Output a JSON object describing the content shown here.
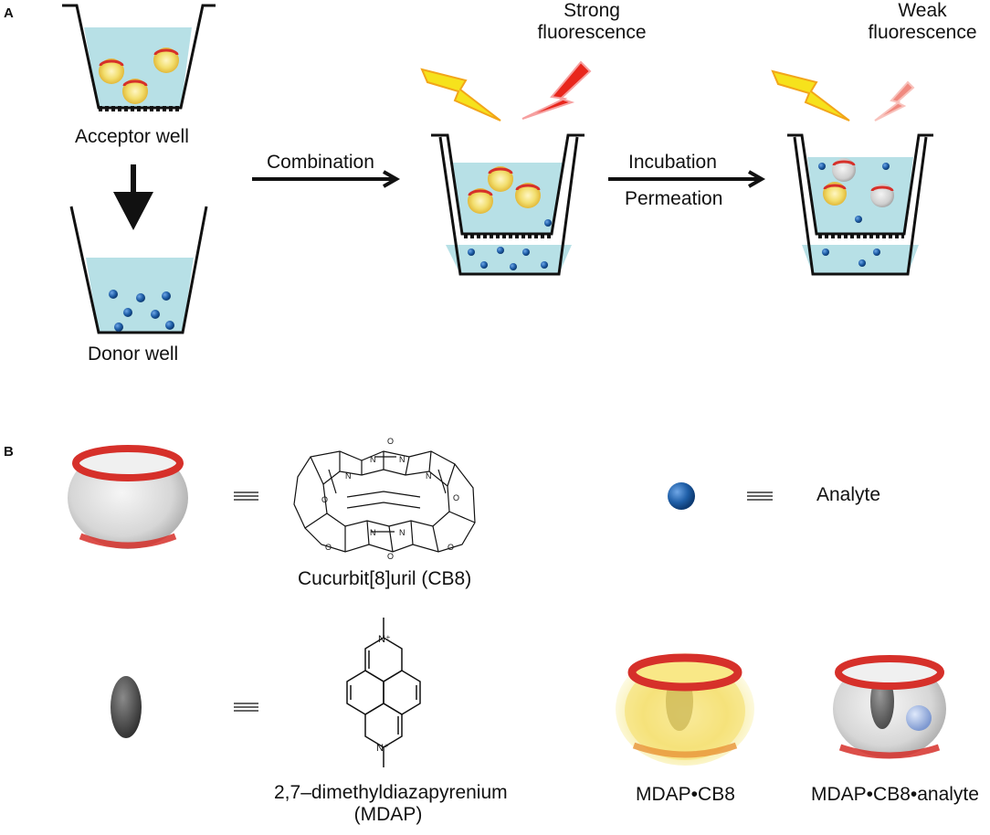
{
  "panels": {
    "a": "A",
    "b": "B"
  },
  "labels": {
    "acceptor_well": "Acceptor well",
    "donor_well": "Donor well",
    "combination": "Combination",
    "strong_line1": "Strong",
    "strong_line2": "fluorescence",
    "incubation": "Incubation",
    "permeation": "Permeation",
    "weak_line1": "Weak",
    "weak_line2": "fluorescence"
  },
  "legend": {
    "cb8_name": "Cucurbit[8]uril (CB8)",
    "analyte": "Analyte",
    "mdap_line1": "2,7–dimethyldiazapyrenium",
    "mdap_line2": "(MDAP)",
    "mdap_cb8": "MDAP•CB8",
    "mdap_cb8_analyte": "MDAP•CB8•analyte",
    "equiv_symbol": "≡"
  },
  "structure_atoms": {
    "N": "N",
    "O": "O",
    "N_plus": "N⁺"
  },
  "colors": {
    "well_liquid": "#b7e0e6",
    "membrane": "#111111",
    "analyte": "#1f5fa8",
    "cb8_ring": "#d6302a",
    "mdap_glow": "#f3e27a",
    "lightning_yellow": "#f6e21c",
    "lightning_red": "#e8261c",
    "lightning_pink": "#f08a80"
  }
}
